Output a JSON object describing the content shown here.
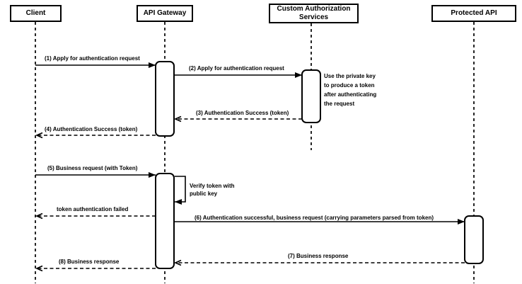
{
  "colors": {
    "stroke": "#000000",
    "background": "#ffffff",
    "text": "#000000"
  },
  "actors": [
    {
      "id": "client",
      "label": "Client"
    },
    {
      "id": "api-gateway",
      "label": "API Gateway"
    },
    {
      "id": "custom-authorization-services",
      "label": "Custom Authorization Services"
    },
    {
      "id": "protected-api",
      "label": "Protected API"
    }
  ],
  "messages": [
    {
      "seq": "1",
      "label": "(1) Apply for authentication request",
      "from": "Client",
      "to": "API Gateway",
      "line": "solid",
      "direction": "right"
    },
    {
      "seq": "2",
      "label": "(2) Apply for authentication request",
      "from": "API Gateway",
      "to": "Custom Authorization Services",
      "line": "solid",
      "direction": "right"
    },
    {
      "seq": "3",
      "label": "(3) Authentication Success (token)",
      "from": "Custom Authorization Services",
      "to": "API Gateway",
      "line": "dashed",
      "direction": "left"
    },
    {
      "seq": "4",
      "label": "(4) Authentication Success (token)",
      "from": "API Gateway",
      "to": "Client",
      "line": "dashed",
      "direction": "left"
    },
    {
      "seq": "5",
      "label": "(5) Business request (with Token)",
      "from": "Client",
      "to": "API Gateway",
      "line": "solid",
      "direction": "right"
    },
    {
      "seq": "self",
      "label": "Verify token with public key",
      "from": "API Gateway",
      "to": "API Gateway",
      "line": "solid",
      "direction": "self"
    },
    {
      "seq": "fail",
      "label": "token authentication failed",
      "from": "API Gateway",
      "to": "Client",
      "line": "dashed",
      "direction": "left"
    },
    {
      "seq": "6",
      "label": "(6) Authentication successful, business request (carrying parameters parsed from token)",
      "from": "API Gateway",
      "to": "Protected API",
      "line": "solid",
      "direction": "right"
    },
    {
      "seq": "7",
      "label": "(7) Business response",
      "from": "Protected API",
      "to": "API Gateway",
      "line": "dashed",
      "direction": "left"
    },
    {
      "seq": "8",
      "label": "(8) Business response",
      "from": "API Gateway",
      "to": "Client",
      "line": "dashed",
      "direction": "left"
    }
  ],
  "note": {
    "label": "Use the private key to produce a token after authenticating the request",
    "attached_to": "Custom Authorization Services"
  }
}
